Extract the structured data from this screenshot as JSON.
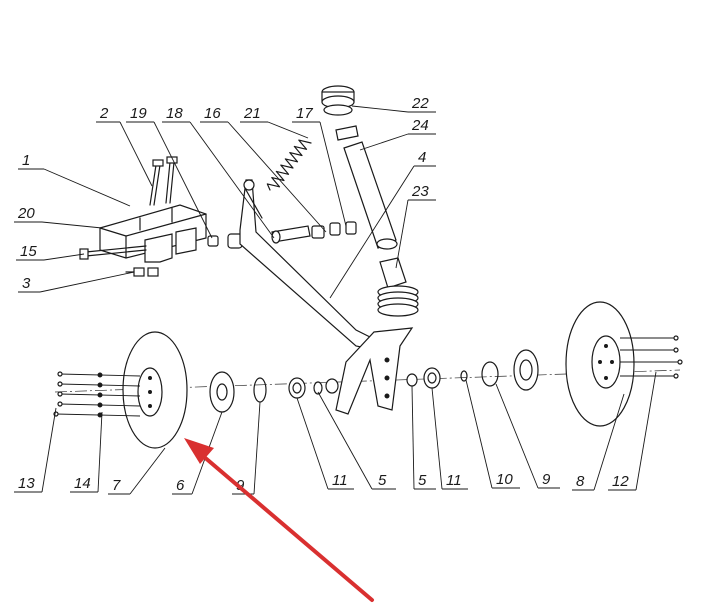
{
  "diagram": {
    "callouts": [
      {
        "id": "c1",
        "label": "1"
      },
      {
        "id": "c2",
        "label": "2"
      },
      {
        "id": "c3",
        "label": "3"
      },
      {
        "id": "c4",
        "label": "4"
      },
      {
        "id": "c5a",
        "label": "5"
      },
      {
        "id": "c5b",
        "label": "5"
      },
      {
        "id": "c6",
        "label": "6"
      },
      {
        "id": "c7",
        "label": "7"
      },
      {
        "id": "c8",
        "label": "8"
      },
      {
        "id": "c9a",
        "label": "9"
      },
      {
        "id": "c9b",
        "label": "9"
      },
      {
        "id": "c10",
        "label": "10"
      },
      {
        "id": "c11a",
        "label": "11"
      },
      {
        "id": "c11b",
        "label": "11"
      },
      {
        "id": "c12",
        "label": "12"
      },
      {
        "id": "c13",
        "label": "13"
      },
      {
        "id": "c14",
        "label": "14"
      },
      {
        "id": "c15",
        "label": "15"
      },
      {
        "id": "c16",
        "label": "16"
      },
      {
        "id": "c17",
        "label": "17"
      },
      {
        "id": "c18",
        "label": "18"
      },
      {
        "id": "c19",
        "label": "19"
      },
      {
        "id": "c20",
        "label": "20"
      },
      {
        "id": "c21",
        "label": "21"
      },
      {
        "id": "c22",
        "label": "22"
      },
      {
        "id": "c23",
        "label": "23"
      },
      {
        "id": "c24",
        "label": "24"
      }
    ],
    "highlight_arrow_color": "#d93030",
    "line_color": "#1a1a1a"
  }
}
